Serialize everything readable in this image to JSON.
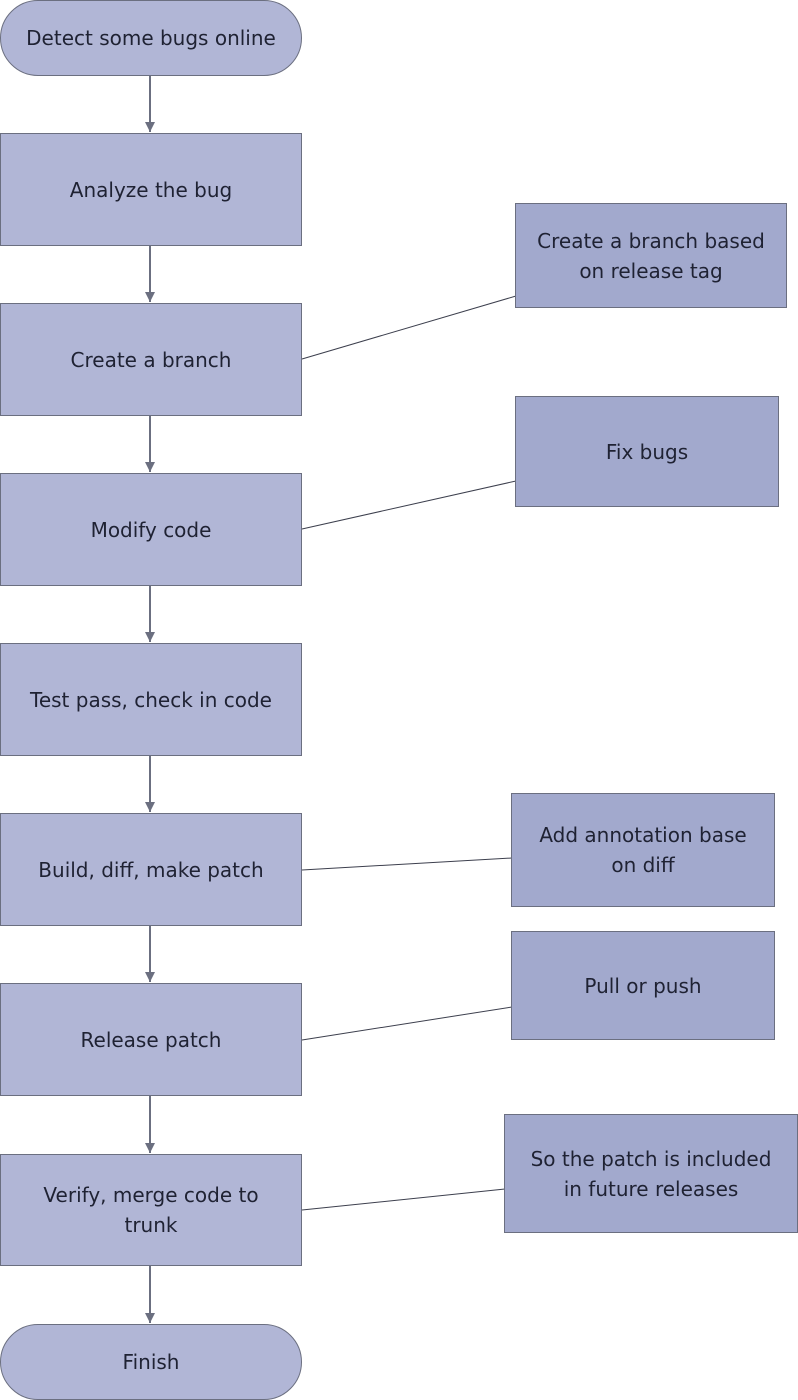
{
  "flow": {
    "steps": [
      {
        "id": "start",
        "label": "Detect some bugs online"
      },
      {
        "id": "analyze",
        "label": "Analyze the bug"
      },
      {
        "id": "branch",
        "label": "Create a branch"
      },
      {
        "id": "modify",
        "label": "Modify code"
      },
      {
        "id": "test",
        "label": "Test pass, check in code"
      },
      {
        "id": "build",
        "label": "Build, diff, make patch"
      },
      {
        "id": "release",
        "label": "Release patch"
      },
      {
        "id": "verify",
        "label": "Verify,  merge code to\ntrunk"
      },
      {
        "id": "finish",
        "label": "Finish"
      }
    ],
    "notes": [
      {
        "attached_to": "branch",
        "label": "Create a branch based\non release tag"
      },
      {
        "attached_to": "modify",
        "label": "Fix bugs"
      },
      {
        "attached_to": "build",
        "label": "Add annotation base\non diff"
      },
      {
        "attached_to": "release",
        "label": "Pull or push"
      },
      {
        "attached_to": "verify",
        "label": "So the patch is included\nin future releases"
      }
    ]
  },
  "colors": {
    "step_fill": "#b1b6d6",
    "note_fill": "#a2a9cd",
    "connector": "#6b6f80"
  }
}
